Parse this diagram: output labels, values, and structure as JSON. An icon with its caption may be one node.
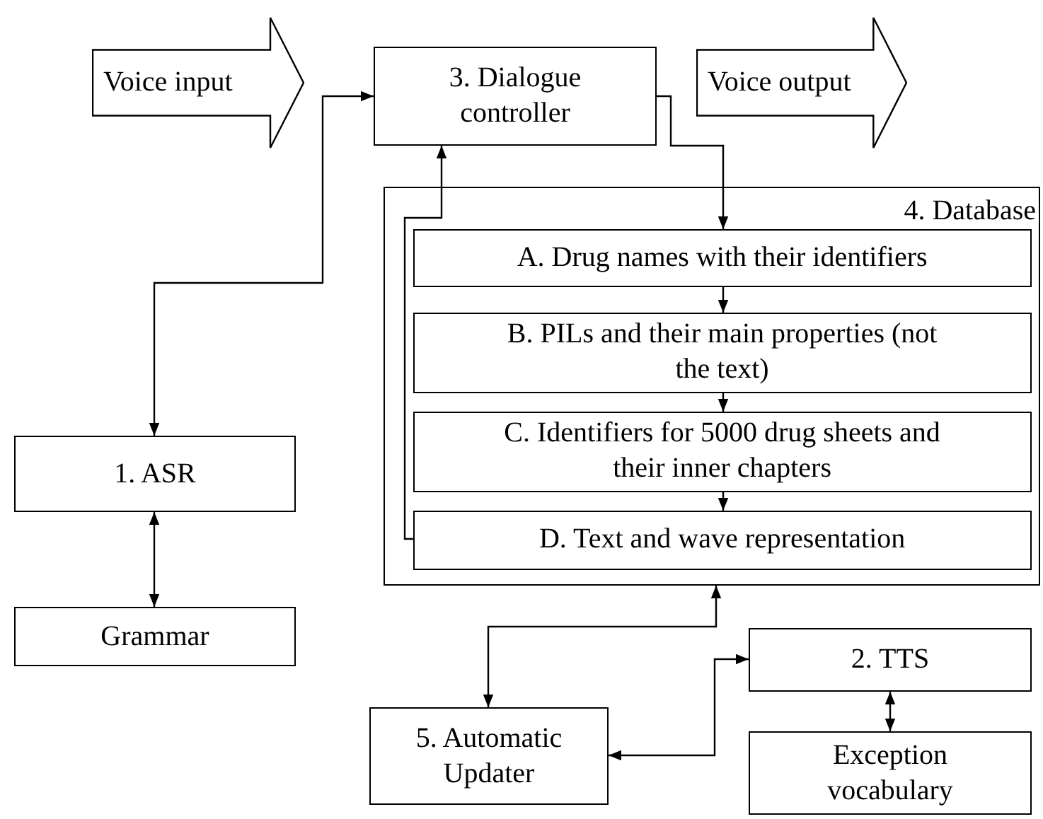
{
  "diagram": {
    "nodes": [
      {
        "text": [
          "Voice input"
        ]
      },
      {
        "text": [
          "3. Dialogue controller"
        ]
      },
      {
        "text": [
          "Voice output"
        ]
      },
      {
        "text": [
          "4. Database"
        ]
      },
      {
        "text": [
          "A. Drug names with their identifiers"
        ],
        "in": 3
      },
      {
        "text": [
          "B. PILs and their main properties (not the text)"
        ],
        "in": 3
      },
      {
        "text": [
          "C. Identifiers for 5000 drug sheets and their inner chapters"
        ],
        "in": 3
      },
      {
        "text": [
          "D. Text and wave representation"
        ],
        "in": 3
      },
      {
        "text": [
          "1. ASR"
        ]
      },
      {
        "text": [
          "Grammar"
        ]
      },
      {
        "text": [
          "5. Automatic Updater"
        ]
      },
      {
        "text": [
          "2. TTS"
        ]
      },
      {
        "text": [
          "Exception vocabulary"
        ]
      }
    ],
    "edges": [
      {
        "from": 8,
        "to": 1,
        "arrow": "both"
      },
      {
        "from": 1,
        "to": 4,
        "arrow": "to"
      },
      {
        "from": 4,
        "to": 5,
        "arrow": "to"
      },
      {
        "from": 5,
        "to": 6,
        "arrow": "to"
      },
      {
        "from": 6,
        "to": 7,
        "arrow": "to"
      },
      {
        "from": 7,
        "to": 1,
        "arrow": "to"
      },
      {
        "from": 8,
        "to": 9,
        "arrow": "both"
      },
      {
        "from": 3,
        "to": 10,
        "arrow": "both"
      },
      {
        "from": 10,
        "to": 11,
        "arrow": "both"
      },
      {
        "from": 11,
        "to": 12,
        "arrow": "both"
      }
    ]
  }
}
